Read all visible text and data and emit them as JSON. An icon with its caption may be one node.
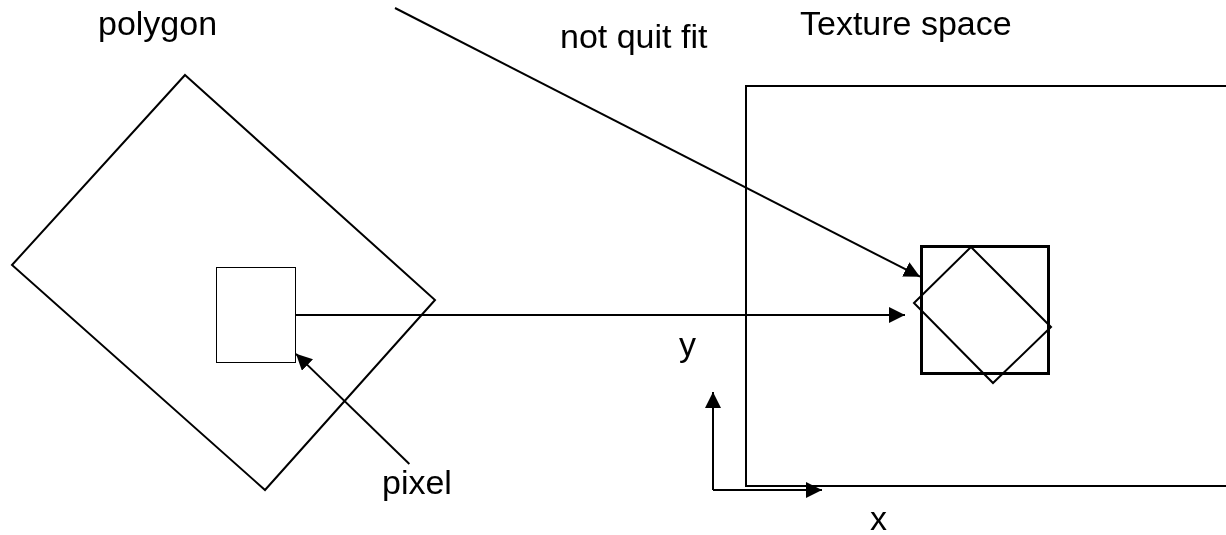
{
  "diagram": {
    "nodes": [
      {
        "text": [
          "polygon"
        ]
      },
      {
        "text": [],
        "shape": "box",
        "in": 0
      },
      {
        "text": [
          "pixel"
        ]
      },
      {
        "text": [
          "Texture space"
        ]
      },
      {
        "text": [],
        "shape": "box",
        "in": 3
      },
      {
        "text": [],
        "shape": "diamond",
        "in": 3
      }
    ],
    "edges": [
      {
        "from": 1,
        "to": 5,
        "arrow": "to"
      },
      {
        "from": 2,
        "to": 1,
        "arrow": "to"
      },
      {
        "from": null,
        "to": 4,
        "arrow": "to"
      }
    ],
    "labels": [
      "not quit fit",
      "y",
      "x"
    ]
  }
}
